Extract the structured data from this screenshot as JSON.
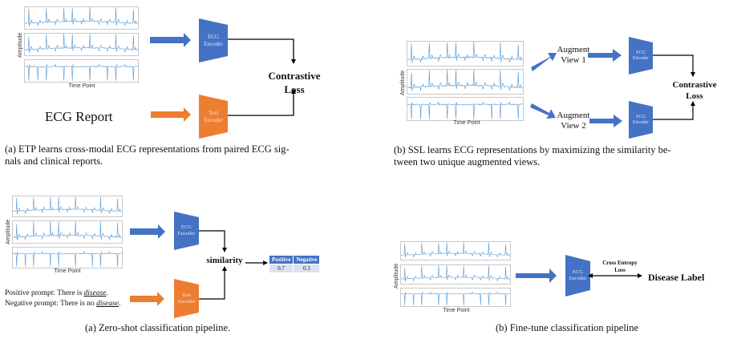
{
  "colors": {
    "ecg_encoder": "#4472c4",
    "text_encoder": "#ed7d31",
    "ecg_trace": "#5b9bd5",
    "table_header": "#4472c4",
    "table_cell": "#d9e1f2"
  },
  "panels": {
    "etp": {
      "axis_y": "Amplitude",
      "axis_x": "Time Point",
      "ecg_encoder": [
        "ECG",
        "Encoder"
      ],
      "text_encoder": [
        "Text",
        "Encoder"
      ],
      "report_text": "ECG Report",
      "loss_label": [
        "Contrastive",
        "Loss"
      ],
      "caption": [
        "(a) ETP learns cross-modal ECG representations from paired ECG sig-",
        "nals and clinical reports."
      ]
    },
    "ssl": {
      "axis_y": "Amplitude",
      "axis_x": "Time Point",
      "view1": [
        "Augment",
        "View 1"
      ],
      "view2": [
        "Augment",
        "View 2"
      ],
      "encoder1": [
        "ECG",
        "Encoder"
      ],
      "encoder2": [
        "ECG",
        "Encoder"
      ],
      "loss_label": [
        "Contrastive",
        "Loss"
      ],
      "caption": [
        "(b) SSL learns ECG representations by maximizing the similarity be-",
        "tween two unique augmented views."
      ]
    },
    "zeroshot": {
      "axis_y": "Amplitude",
      "axis_x": "Time Point",
      "ecg_encoder": [
        "ECG",
        "Encoder"
      ],
      "text_encoder": [
        "Text",
        "Encoder"
      ],
      "positive_prompt": {
        "prefix": "Positive prompt: There is ",
        "term": "disease",
        "suffix": "."
      },
      "negative_prompt": {
        "prefix": "Negative prompt: There is no ",
        "term": "disease",
        "suffix": "."
      },
      "similarity_label": "similarity",
      "table": {
        "headers": [
          "Positive",
          "Negative"
        ],
        "values": [
          "0.7",
          "0.3"
        ]
      },
      "caption": "(a) Zero-shot classification pipeline."
    },
    "finetune": {
      "axis_y": "Amplitude",
      "axis_x": "Time Point",
      "ecg_encoder": [
        "ECG",
        "Encoder"
      ],
      "loss_label": [
        "Cross Entropy",
        "Loss"
      ],
      "target_label": "Disease Label",
      "caption": "(b) Fine-tune classification pipeline"
    }
  }
}
